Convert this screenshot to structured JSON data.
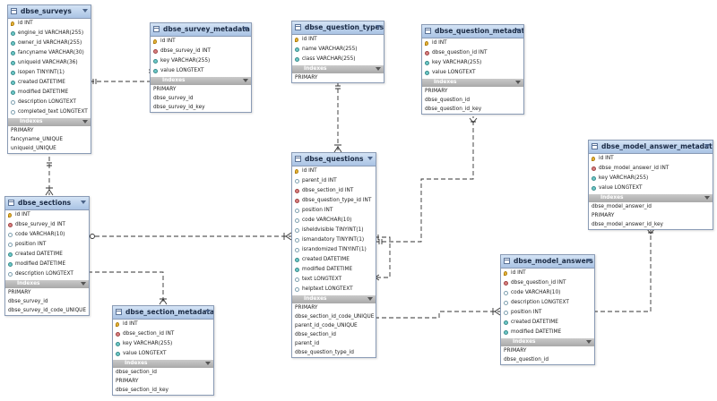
{
  "tables": [
    {
      "id": "dbse_surveys",
      "name": "dbse_surveys",
      "columns": [
        {
          "icon": "key",
          "label": "id INT"
        },
        {
          "icon": "col",
          "label": "engine_id VARCHAR(255)"
        },
        {
          "icon": "col",
          "label": "owner_id VARCHAR(255)"
        },
        {
          "icon": "col",
          "label": "fancyname VARCHAR(30)"
        },
        {
          "icon": "col",
          "label": "uniqueid VARCHAR(36)"
        },
        {
          "icon": "col",
          "label": "isopen TINYINT(1)"
        },
        {
          "icon": "col",
          "label": "created DATETIME"
        },
        {
          "icon": "col",
          "label": "modified DATETIME"
        },
        {
          "icon": "nul",
          "label": "description LONGTEXT"
        },
        {
          "icon": "nul",
          "label": "completed_text LONGTEXT"
        }
      ],
      "indexes_label": "Indexes",
      "indexes": [
        "PRIMARY",
        "fancyname_UNIQUE",
        "uniqueid_UNIQUE"
      ]
    },
    {
      "id": "dbse_survey_metadata",
      "name": "dbse_survey_metadata",
      "columns": [
        {
          "icon": "key",
          "label": "id INT"
        },
        {
          "icon": "fk",
          "label": "dbse_survey_id INT"
        },
        {
          "icon": "col",
          "label": "key VARCHAR(255)"
        },
        {
          "icon": "col",
          "label": "value LONGTEXT"
        }
      ],
      "indexes_label": "Indexes",
      "indexes": [
        "PRIMARY",
        "dbse_survey_id",
        "dbse_survey_id_key"
      ]
    },
    {
      "id": "dbse_question_types",
      "name": "dbse_question_types",
      "columns": [
        {
          "icon": "key",
          "label": "id INT"
        },
        {
          "icon": "col",
          "label": "name VARCHAR(255)"
        },
        {
          "icon": "col",
          "label": "class VARCHAR(255)"
        }
      ],
      "indexes_label": "Indexes",
      "indexes": [
        "PRIMARY"
      ]
    },
    {
      "id": "dbse_question_metadata",
      "name": "dbse_question_metadata",
      "columns": [
        {
          "icon": "key",
          "label": "id INT"
        },
        {
          "icon": "fk",
          "label": "dbse_question_id INT"
        },
        {
          "icon": "col",
          "label": "key VARCHAR(255)"
        },
        {
          "icon": "col",
          "label": "value LONGTEXT"
        }
      ],
      "indexes_label": "Indexes",
      "indexes": [
        "PRIMARY",
        "dbse_question_id",
        "dbse_question_id_key"
      ]
    },
    {
      "id": "dbse_model_answer_metadata",
      "name": "dbse_model_answer_metadata",
      "columns": [
        {
          "icon": "key",
          "label": "id INT"
        },
        {
          "icon": "fk",
          "label": "dbse_model_answer_id INT"
        },
        {
          "icon": "col",
          "label": "key VARCHAR(255)"
        },
        {
          "icon": "col",
          "label": "value LONGTEXT"
        }
      ],
      "indexes_label": "Indexes",
      "indexes": [
        "dbse_model_answer_id",
        "PRIMARY",
        "dbse_model_answer_id_key"
      ]
    },
    {
      "id": "dbse_questions",
      "name": "dbse_questions",
      "columns": [
        {
          "icon": "key",
          "label": "id INT"
        },
        {
          "icon": "nul",
          "label": "parent_id INT"
        },
        {
          "icon": "fk",
          "label": "dbse_section_id INT"
        },
        {
          "icon": "fk",
          "label": "dbse_question_type_id INT"
        },
        {
          "icon": "nul",
          "label": "position INT"
        },
        {
          "icon": "nul",
          "label": "code VARCHAR(10)"
        },
        {
          "icon": "nul",
          "label": "isheldvisible TINYINT(1)"
        },
        {
          "icon": "nul",
          "label": "ismandatory TINYINT(1)"
        },
        {
          "icon": "nul",
          "label": "israndomized TINYINT(1)"
        },
        {
          "icon": "col",
          "label": "created DATETIME"
        },
        {
          "icon": "col",
          "label": "modified DATETIME"
        },
        {
          "icon": "nul",
          "label": "text LONGTEXT"
        },
        {
          "icon": "nul",
          "label": "helptext LONGTEXT"
        }
      ],
      "indexes_label": "Indexes",
      "indexes": [
        "PRIMARY",
        "dbse_section_id_code_UNIQUE",
        "parent_id_code_UNIQUE",
        "dbse_section_id",
        "parent_id",
        "dbse_question_type_id"
      ]
    },
    {
      "id": "dbse_sections",
      "name": "dbse_sections",
      "columns": [
        {
          "icon": "key",
          "label": "id INT"
        },
        {
          "icon": "fk",
          "label": "dbse_survey_id INT"
        },
        {
          "icon": "nul",
          "label": "code VARCHAR(10)"
        },
        {
          "icon": "nul",
          "label": "position INT"
        },
        {
          "icon": "col",
          "label": "created DATETIME"
        },
        {
          "icon": "col",
          "label": "modified DATETIME"
        },
        {
          "icon": "nul",
          "label": "description LONGTEXT"
        }
      ],
      "indexes_label": "Indexes",
      "indexes": [
        "PRIMARY",
        "dbse_survey_id",
        "dbse_survey_id_code_UNIQUE"
      ]
    },
    {
      "id": "dbse_section_metadata",
      "name": "dbse_section_metadata",
      "columns": [
        {
          "icon": "key",
          "label": "id INT"
        },
        {
          "icon": "fk",
          "label": "dbse_section_id INT"
        },
        {
          "icon": "col",
          "label": "key VARCHAR(255)"
        },
        {
          "icon": "col",
          "label": "value LONGTEXT"
        }
      ],
      "indexes_label": "Indexes",
      "indexes": [
        "dbse_section_id",
        "PRIMARY",
        "dbse_section_id_key"
      ]
    },
    {
      "id": "dbse_model_answers",
      "name": "dbse_model_answers",
      "columns": [
        {
          "icon": "key",
          "label": "id INT"
        },
        {
          "icon": "fk",
          "label": "dbse_question_id INT"
        },
        {
          "icon": "nul",
          "label": "code VARCHAR(10)"
        },
        {
          "icon": "nul",
          "label": "description LONGTEXT"
        },
        {
          "icon": "nul",
          "label": "position INT"
        },
        {
          "icon": "col",
          "label": "created DATETIME"
        },
        {
          "icon": "col",
          "label": "modified DATETIME"
        }
      ],
      "indexes_label": "Indexes",
      "indexes": [
        "PRIMARY",
        "dbse_question_id"
      ]
    }
  ]
}
